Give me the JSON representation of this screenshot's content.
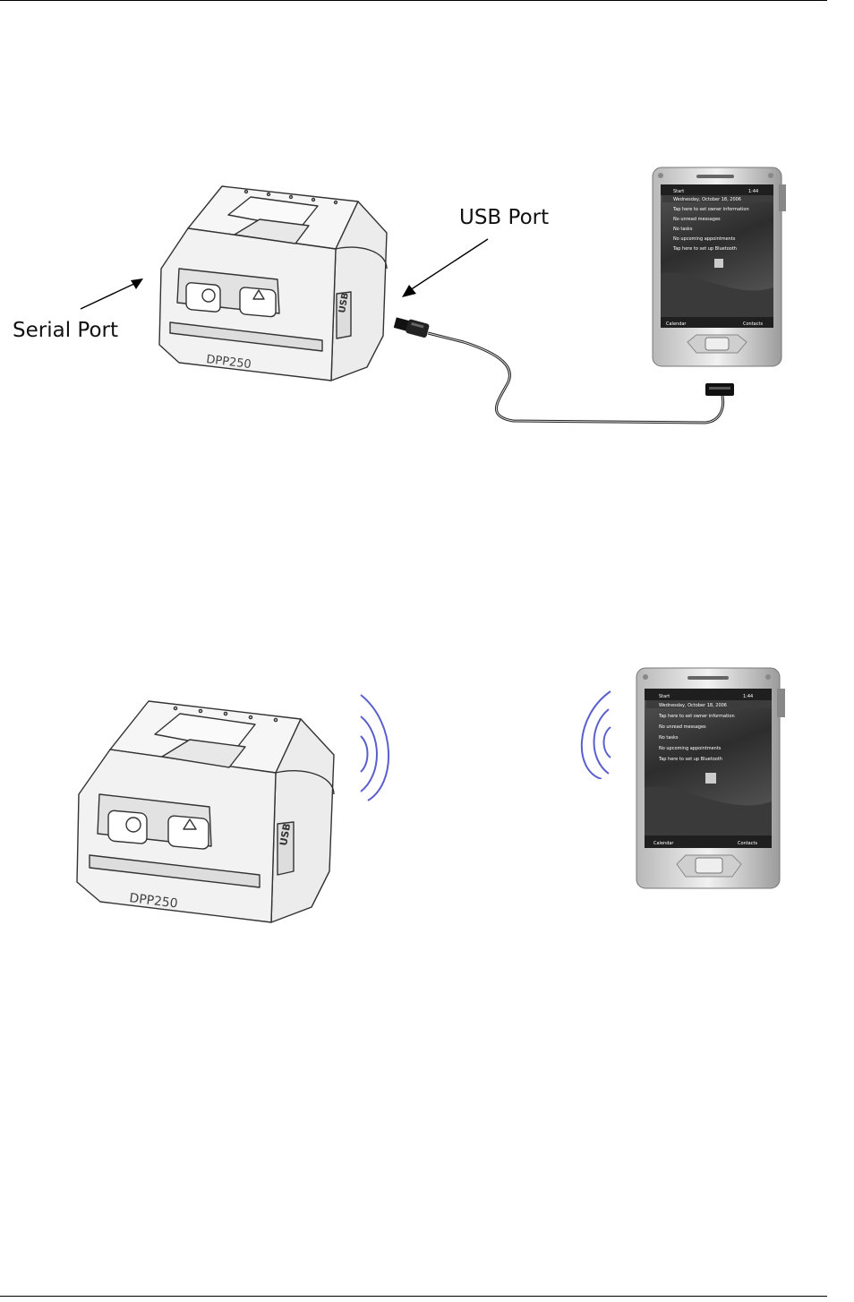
{
  "figure1": {
    "labels": {
      "serial_port": "Serial Port",
      "usb_port": "USB Port"
    },
    "printer_model": "DPP250",
    "printer_port_text": "USB",
    "pda_screen": {
      "start": "Start",
      "status": "1:44",
      "items": [
        "Wednesday, October 18, 2006",
        "Tap here to set owner information",
        "No unread messages",
        "No tasks",
        "No upcoming appointments",
        "Tap here to set up Bluetooth"
      ],
      "softkey_left": "Calendar",
      "softkey_right": "Contacts"
    }
  },
  "figure2": {
    "printer_model": "DPP250",
    "printer_port_text": "USB",
    "pda_screen": {
      "start": "Start",
      "status": "1:44",
      "items": [
        "Wednesday, October 18, 2006",
        "Tap here to set owner information",
        "No unread messages",
        "No tasks",
        "No upcoming appointments",
        "Tap here to set up Bluetooth"
      ],
      "softkey_left": "Calendar",
      "softkey_right": "Contacts"
    },
    "signal_color": "#5a5fcf"
  }
}
